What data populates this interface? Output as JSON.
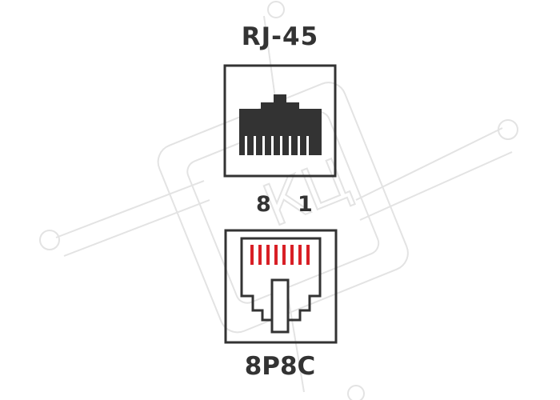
{
  "connector_name": "RJ-45",
  "standard_name": "8P8C",
  "pin_labels": {
    "left": "8",
    "right": "1"
  },
  "watermark_text": "КЦ",
  "colors": {
    "dark": "#333333",
    "pin_contacts": "#d81f26",
    "watermark": "#e3e3e3"
  }
}
